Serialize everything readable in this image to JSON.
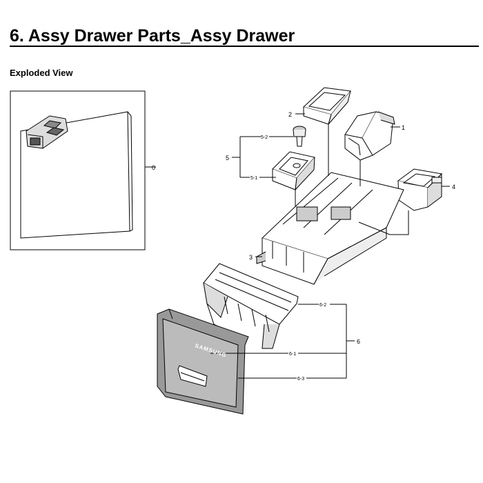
{
  "title": "6.  Assy Drawer Parts_Assy Drawer",
  "section": "Exploded View",
  "callouts": {
    "c0": "0",
    "c1": "1",
    "c2": "2",
    "c3": "3",
    "c4": "4",
    "c5": "5",
    "c5_1": "5-1",
    "c5_2": "5-2",
    "c6": "6",
    "c6_1": "6-1",
    "c6_2": "6-2",
    "c6_3": "6-3"
  },
  "brand_text": "SAMSUNG"
}
